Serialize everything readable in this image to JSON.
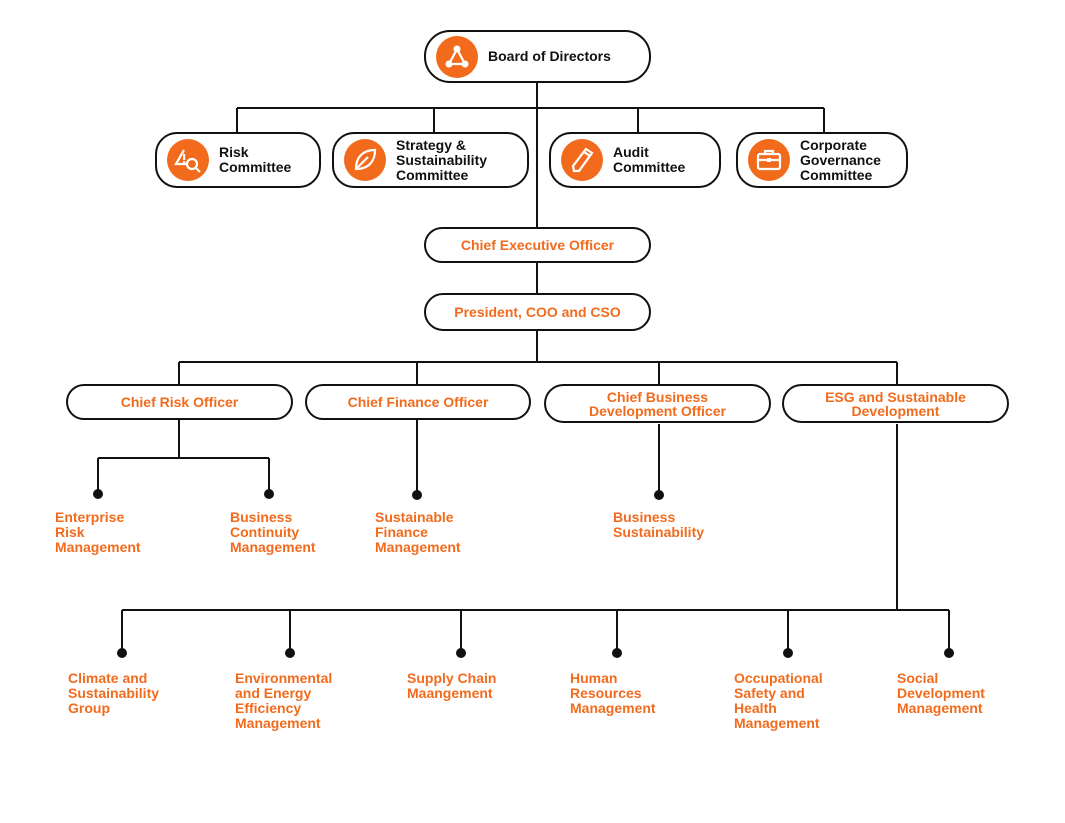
{
  "top": {
    "label": "Board of Directors",
    "icon": "network-triangle-icon"
  },
  "committees": [
    {
      "label": "Risk\nCommittee",
      "icon": "risk-search-icon"
    },
    {
      "label": "Strategy &\nSustainability\nCommittee",
      "icon": "leaf-icon"
    },
    {
      "label": "Audit\nCommittee",
      "icon": "pen-icon"
    },
    {
      "label": "Corporate\nGovernance\nCommittee",
      "icon": "briefcase-icon"
    }
  ],
  "ceo": "Chief Executive Officer",
  "president": "President, COO and CSO",
  "officers": [
    "Chief Risk Officer",
    "Chief Finance Officer",
    "Chief Business\nDevelopment Officer",
    "ESG and Sustainable\nDevelopment"
  ],
  "units": [
    "Enterprise\nRisk\nManagement",
    "Business\nContinuity\nManagement",
    "Sustainable\nFinance\nManagement",
    "Business\nSustainability"
  ],
  "esg_units": [
    "Climate and\nSustainability\nGroup",
    "Environmental\nand Energy\nEfficiency\nManagement",
    "Supply Chain\nMaangement",
    "Human\nResources\nManagement",
    "Occupational\nSafety and\nHealth\nManagement",
    "Social\nDevelopment\nManagement"
  ],
  "colors": {
    "accent": "#f26b1d",
    "line": "#111111"
  }
}
